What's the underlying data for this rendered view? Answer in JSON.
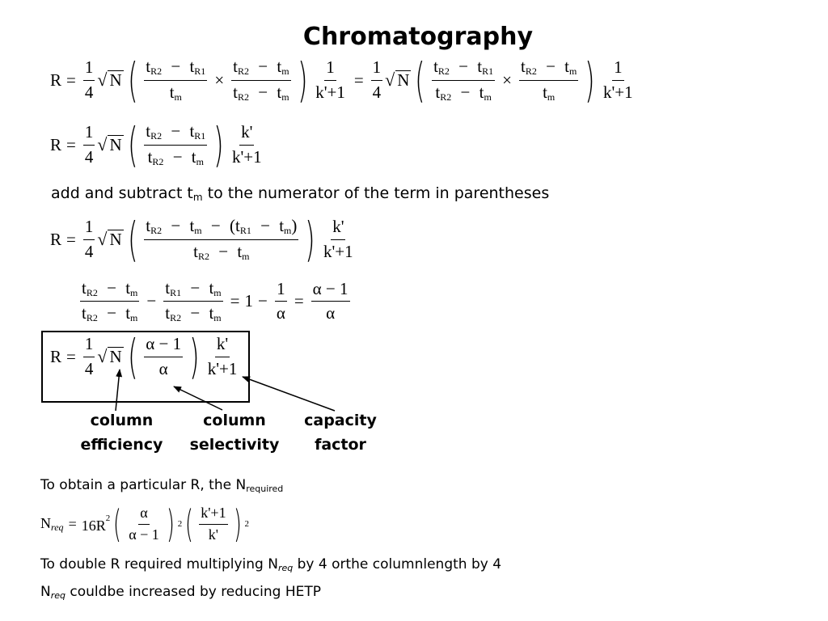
{
  "title": "Chromatography",
  "sym": {
    "R": "R",
    "N": "N",
    "eq": "=",
    "one": "1",
    "four": "4",
    "minus": "−",
    "times": "×",
    "tR2": "t",
    "R2": "R2",
    "R1": "R1",
    "m": "m",
    "kp": "k'",
    "kp1": "k'+1",
    "alpha": "α",
    "alpha_m1": "α − 1",
    "two": "2",
    "sixteen": "16R"
  },
  "instruction": "add and subtract t",
  "instruction_sub": "m",
  "instruction_tail": " to the numerator of the term in parentheses",
  "labels": {
    "efficiency_l1": "column",
    "efficiency_l2": "efficiency",
    "selectivity_l1": "column",
    "selectivity_l2": "selectivity",
    "capacity_l1": "capacity",
    "capacity_l2": "factor"
  },
  "notes": {
    "obtain": "To obtain a particular R, the N",
    "obtain_sub": "required",
    "double_a": "To double R required multiplying N",
    "double_sub": "req",
    "double_b": " by 4 orthe columnlength by 4",
    "increase_sub": "req",
    "increase_b": " couldbe increased by reducing HETP",
    "nreq_label": "N",
    "nreq_sub": "req"
  }
}
